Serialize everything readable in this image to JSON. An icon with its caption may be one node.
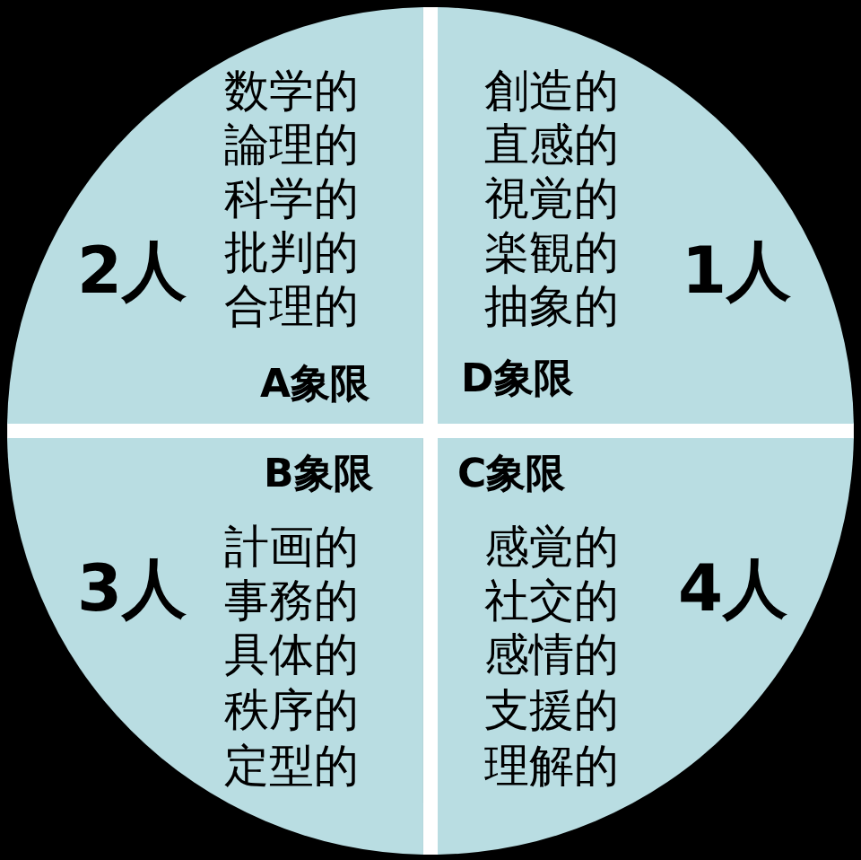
{
  "diagram": {
    "nodes": [
      {
        "text": [
          "数学的",
          "論理的",
          "科学的",
          "批判的",
          "合理的",
          "A象限",
          "2人"
        ]
      },
      {
        "text": [
          "創造的",
          "直感的",
          "視覚的",
          "楽観的",
          "抽象的",
          "D象限",
          "1人"
        ]
      },
      {
        "text": [
          "B象限",
          "計画的",
          "事務的",
          "具体的",
          "秩序的",
          "定型的",
          "3人"
        ]
      },
      {
        "text": [
          "C象限",
          "感覚的",
          "社交的",
          "感情的",
          "支援的",
          "理解的",
          "4人"
        ]
      }
    ]
  }
}
